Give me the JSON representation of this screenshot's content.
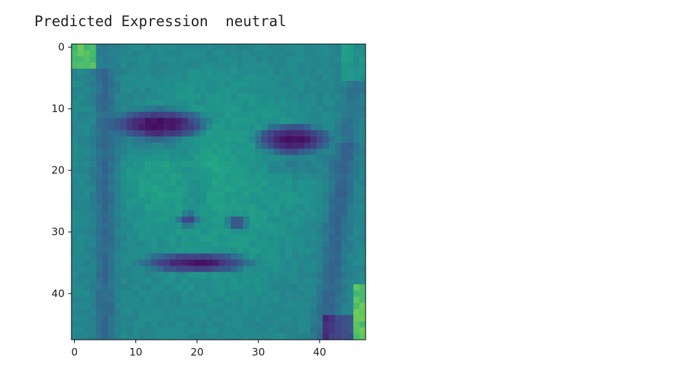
{
  "output": {
    "label": "Predicted Expression",
    "separator": "  ",
    "value": "neutral"
  },
  "chart_data": {
    "type": "heatmap",
    "title": "",
    "xlabel": "",
    "ylabel": "",
    "image_shape": [
      48,
      48
    ],
    "colormap": "viridis",
    "xlim": [
      -0.5,
      47.5
    ],
    "ylim": [
      47.5,
      -0.5
    ],
    "x_ticks": [
      0,
      10,
      20,
      30,
      40
    ],
    "y_ticks": [
      0,
      10,
      20,
      30,
      40
    ],
    "x_tick_labels": [
      "0",
      "10",
      "20",
      "30",
      "40"
    ],
    "y_tick_labels": [
      "0",
      "10",
      "20",
      "30",
      "40"
    ],
    "regions": [
      {
        "feature": "left-eye",
        "center": [
          14,
          12.5
        ],
        "radii": [
          7.0,
          2.3
        ],
        "level": 0.05
      },
      {
        "feature": "right-eye",
        "center": [
          35.5,
          15
        ],
        "radii": [
          5.5,
          2.2
        ],
        "level": 0.05
      },
      {
        "feature": "mouth",
        "center": [
          20,
          35
        ],
        "radii": [
          8.0,
          1.5
        ],
        "level": 0.07
      },
      {
        "feature": "left-nostril",
        "center": [
          18.5,
          28
        ],
        "radii": [
          1.6,
          1.0
        ],
        "level": 0.25
      },
      {
        "feature": "right-nostril",
        "center": [
          26.5,
          28.5
        ],
        "radii": [
          1.6,
          1.0
        ],
        "level": 0.25
      }
    ]
  }
}
